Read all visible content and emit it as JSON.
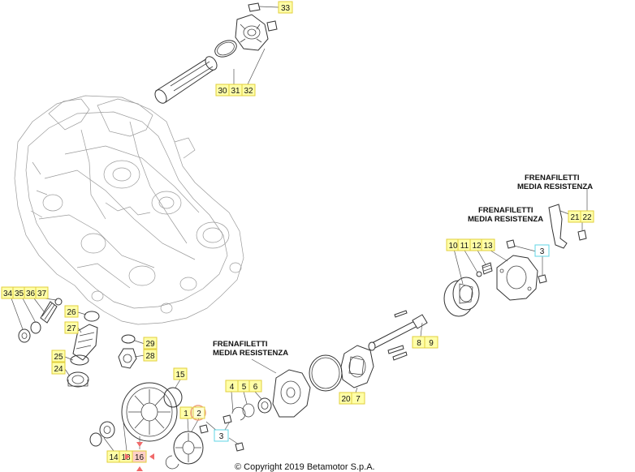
{
  "captions": {
    "top_right_1": "FRENAFILETTI",
    "top_right_2": "MEDIA RESISTENZA",
    "mid_right_1": "FRENAFILETTI",
    "mid_right_2": "MEDIA RESISTENZA",
    "center_1": "FRENAFILETTI",
    "center_2": "MEDIA RESISTENZA"
  },
  "copyright": "© Copyright 2019 Betamotor S.p.A.",
  "colors": {
    "label_fill": "#ffffa8",
    "label_border": "#e2cf3c",
    "ref_border": "#5fd4e4",
    "highlight_ring": "#f0a080",
    "marker": "#f06a6a"
  },
  "callouts": {
    "p33": "33",
    "p30": "30",
    "p31": "31",
    "p32": "32",
    "p10": "10",
    "p11": "11",
    "p12": "12",
    "p13": "13",
    "p3a": "3",
    "p21": "21",
    "p22": "22",
    "p34": "34",
    "p35": "35",
    "p36": "36",
    "p37": "37",
    "p26": "26",
    "p27": "27",
    "p29": "29",
    "p28": "28",
    "p25": "25",
    "p24": "24",
    "p15": "15",
    "p1": "1",
    "p2": "2",
    "p3b": "3",
    "p4": "4",
    "p5": "5",
    "p6": "6",
    "p8": "8",
    "p9": "9",
    "p20": "20",
    "p7": "7",
    "p14": "14",
    "p18": "18",
    "p16": "16"
  }
}
